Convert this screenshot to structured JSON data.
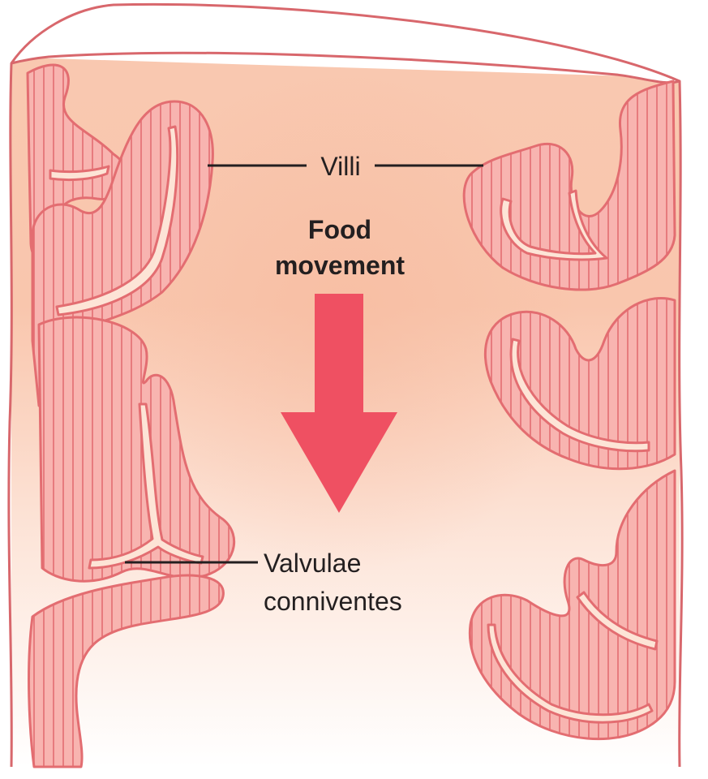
{
  "labels": {
    "villi": "Villi",
    "food_movement_line1": "Food",
    "food_movement_line2": "movement",
    "valvulae_line1": "Valvulae",
    "valvulae_line2": "conniventes"
  },
  "colors": {
    "lumen_top": "#f9c6ad",
    "lumen_mid": "#fbd7c3",
    "lumen_bottom": "#ffffff",
    "fold_fill": "#f8b4b0",
    "fold_stroke": "#e36d71",
    "wall_stroke": "#d8676c",
    "arrow": "#ef5062",
    "text": "#231f20"
  },
  "icons": {
    "arrow": "down-arrow-icon"
  }
}
